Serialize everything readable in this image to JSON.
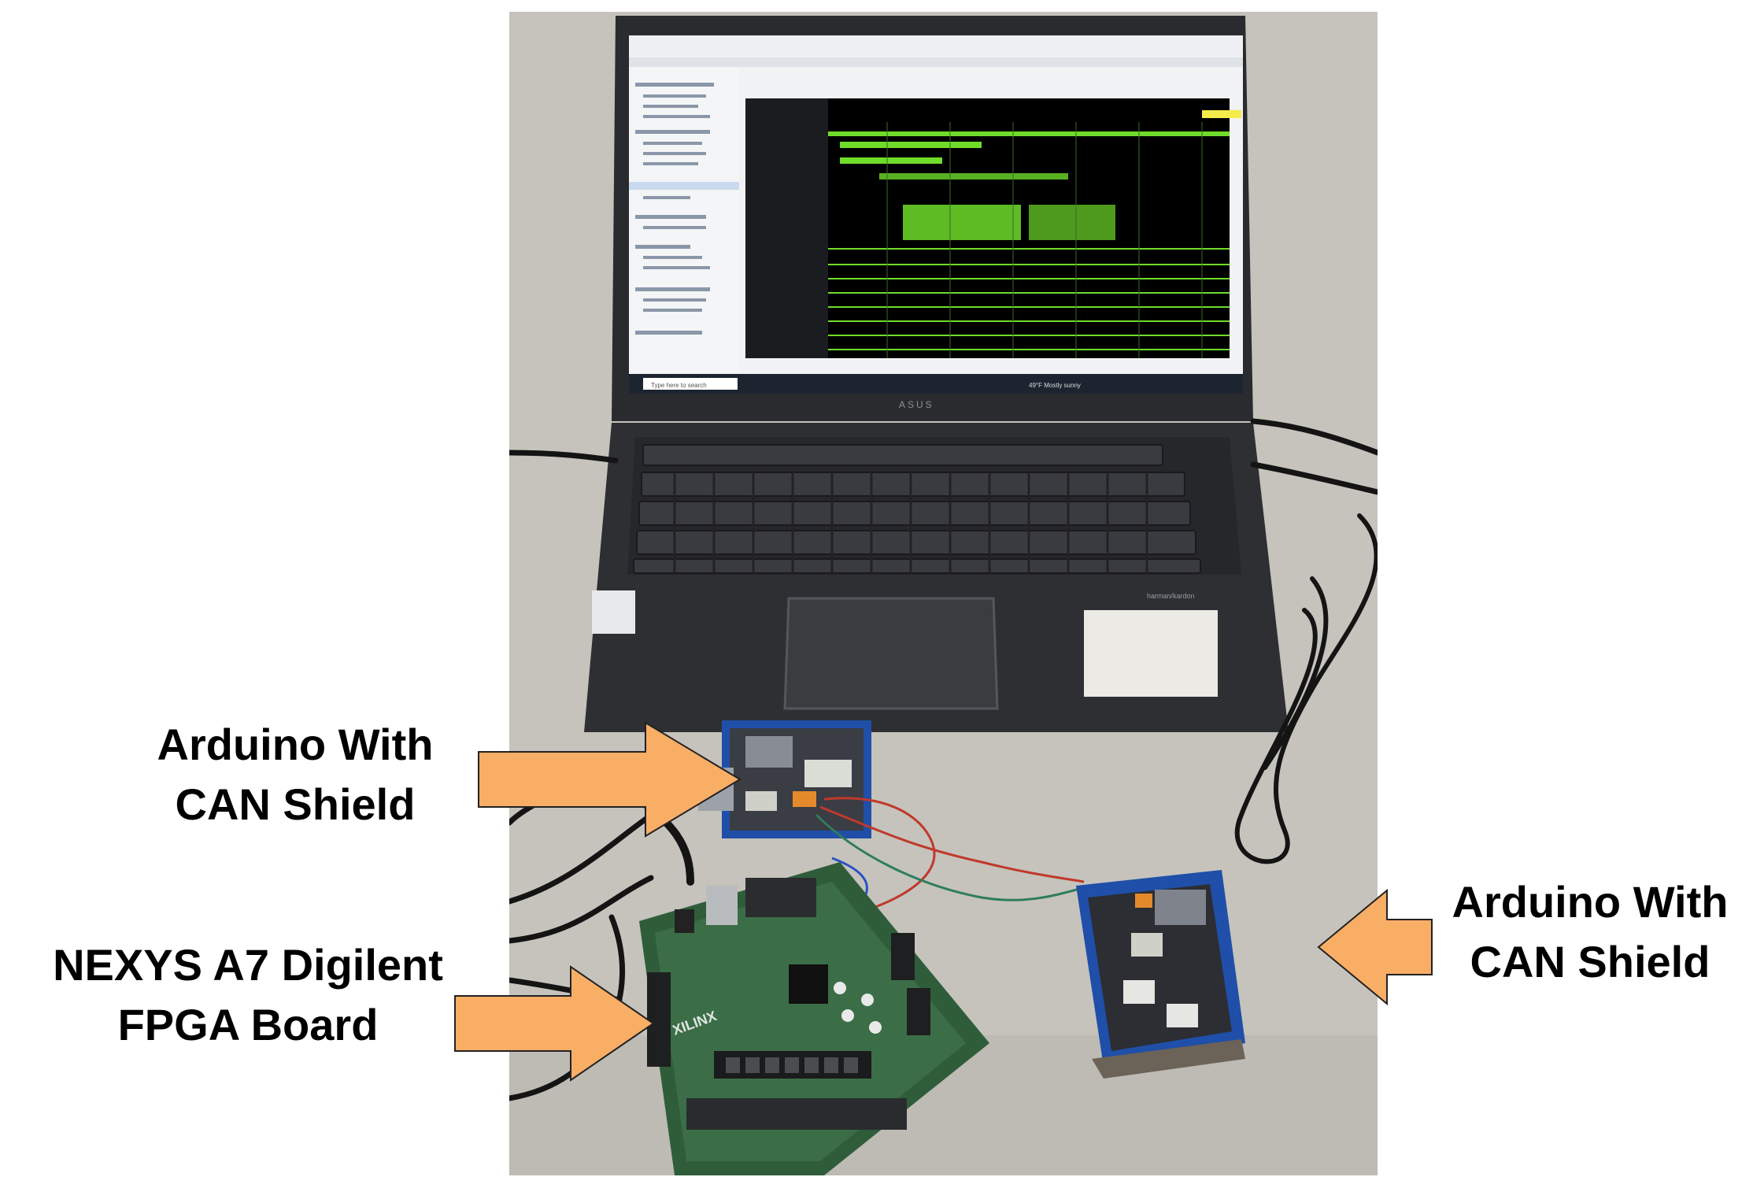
{
  "labels": {
    "arduino_top": [
      "Arduino With",
      "CAN Shield"
    ],
    "arduino_right": [
      "Arduino With",
      "CAN Shield"
    ],
    "fpga": [
      "NEXYS A7 Digilent",
      "FPGA Board"
    ]
  },
  "colors": {
    "arrow_fill": "#F9AE66",
    "arrow_stroke": "#222222",
    "table": "#c9c7c0",
    "laptop": "#2c2d30",
    "screen_wave": "#6fdc2a",
    "pcb_green": "#2f5d3a",
    "shield_blue": "#1f4fa8"
  },
  "screen_texts": {
    "taskbar_search": "Type here to search",
    "weather": "49°F Mostly sunny",
    "brand": "ASUS",
    "audio_brand": "harman/kardon",
    "board_brand": "XILINX"
  }
}
